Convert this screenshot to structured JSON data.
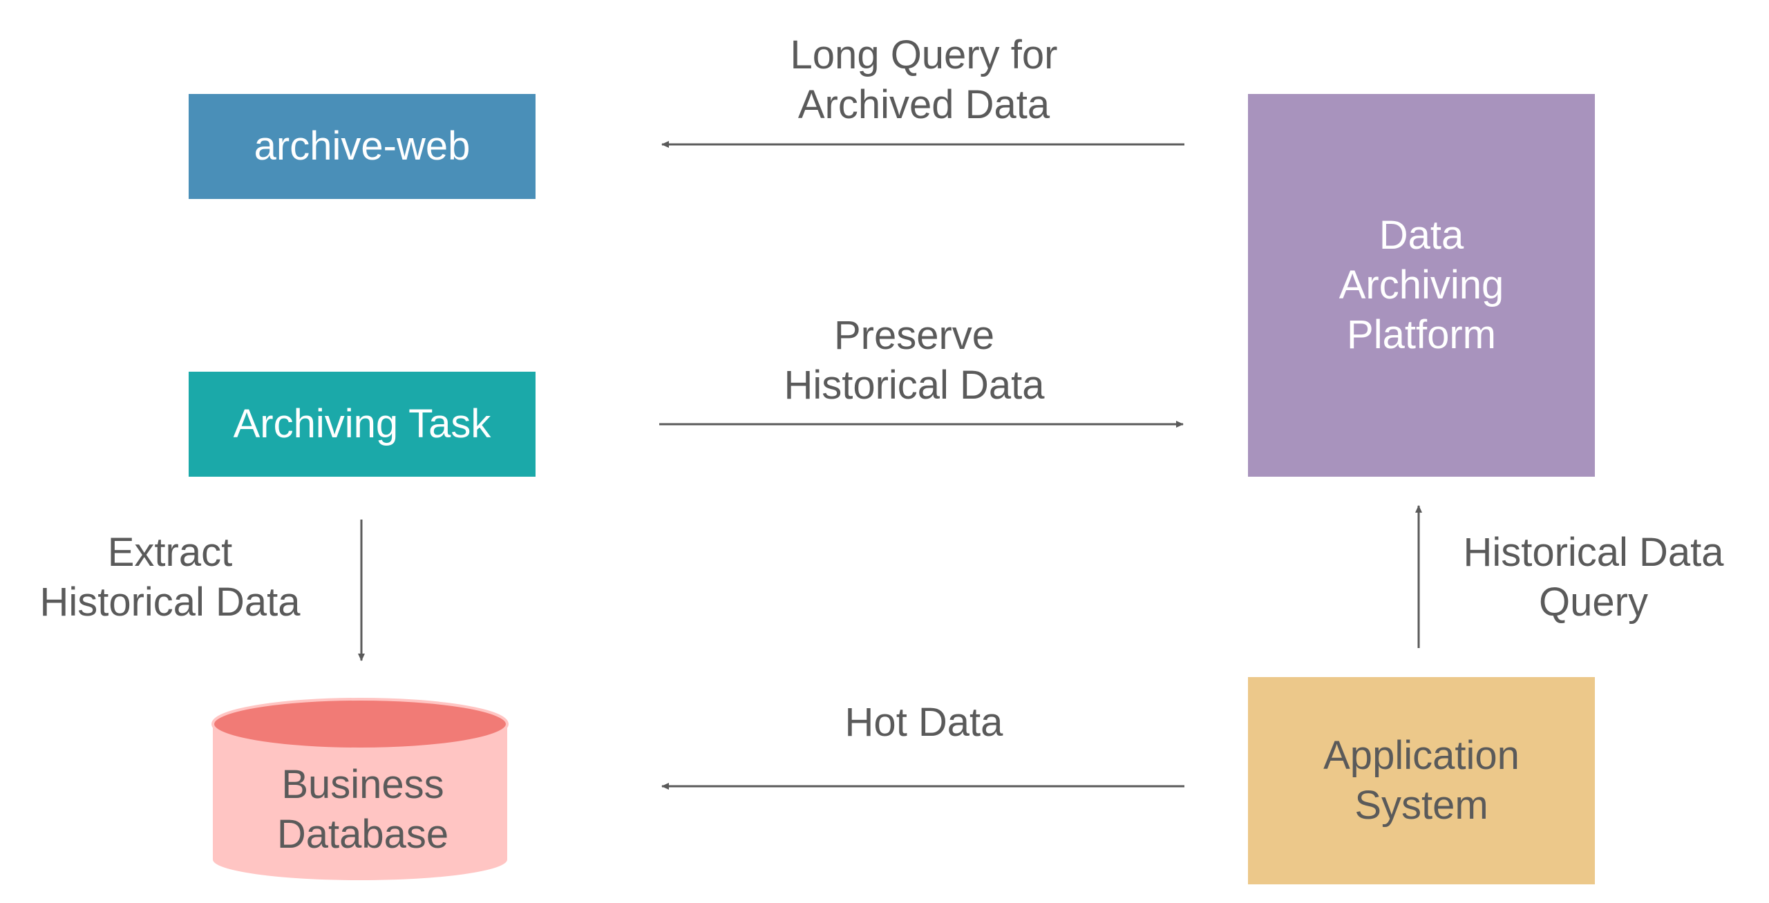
{
  "nodes": {
    "archive_web": {
      "label": "archive-web",
      "color": "#4a8fb8"
    },
    "archiving_task": {
      "label": "Archiving Task",
      "color": "#1ba9a9"
    },
    "platform": {
      "label": "Data\nArchiving\nPlatform",
      "color": "#a893bd"
    },
    "application": {
      "label": "Application\nSystem",
      "color": "#ecc88a"
    },
    "database": {
      "label": "Business\nDatabase",
      "top_color": "#f17b76",
      "body_color": "#ffc5c3"
    }
  },
  "edges": {
    "long_query": "Long Query for\nArchived Data",
    "preserve": "Preserve\nHistorical Data",
    "hot_data": "Hot Data",
    "extract": "Extract\nHistorical Data",
    "historical_query": "Historical Data\nQuery"
  },
  "colors": {
    "arrow": "#5a5a5a",
    "text_dark": "#5a5a5a",
    "text_light": "#ffffff"
  }
}
